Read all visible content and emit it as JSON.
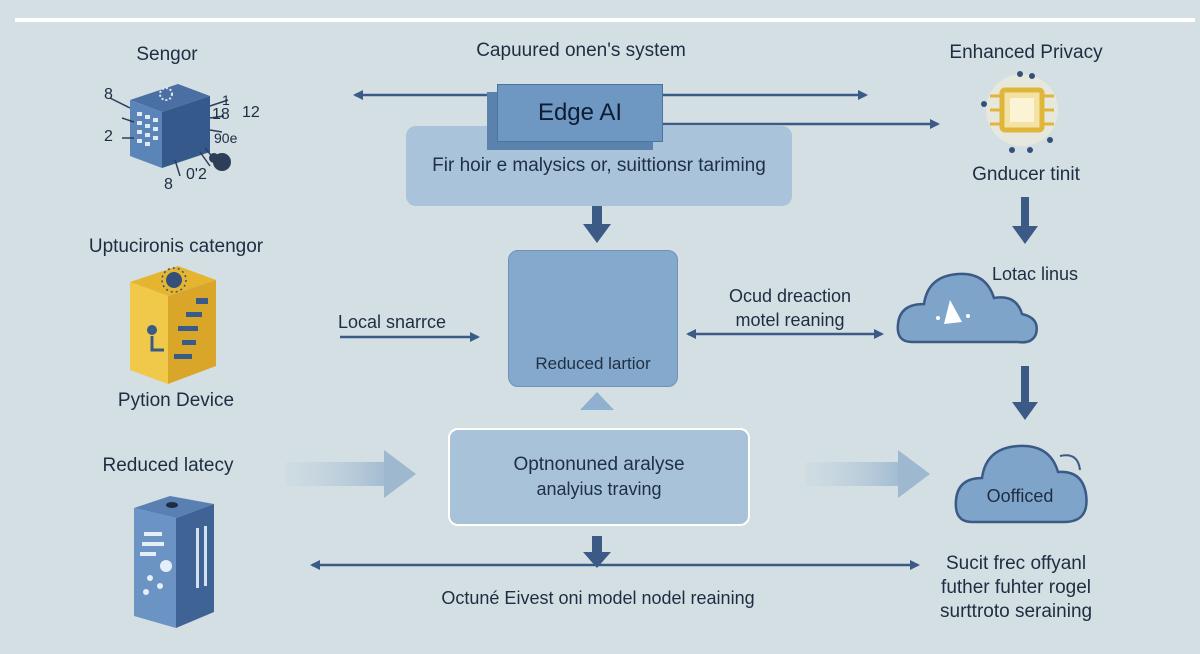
{
  "labels": {
    "sensor": "Sengor",
    "sensor_numbers": {
      "n1": "1",
      "n18": "18",
      "n12": "12",
      "n8a": "8",
      "n2": "2",
      "n90e": "90e",
      "n8b": "8",
      "n02": "0'2"
    },
    "top_title": "Capuured onen's system",
    "enhanced_privacy": "Enhanced Privacy",
    "edge_ai": "Edge AI",
    "desc": "Fir hoir e malysics or, suittionsr tariming",
    "gnducer_tinit": "Gnducer tinit",
    "uptucironis": "Uptucironis catengor",
    "python_device": "Pytion Device",
    "local_snarrce": "Local snarrce",
    "reduced_lartior": "Reduced lartior",
    "ocud_line1": "Ocud dreaction",
    "ocud_line2": "motel reaning",
    "lotac_linus": "Lotac linus",
    "reduced_latency": "Reduced latecy",
    "opt_line1": "Optnonuned aralyse",
    "opt_line2": "analyius traving",
    "oofficed": "Oofficed",
    "bottom_center": "Octuné Eivest oni model nodel reaining",
    "bottom_right": "Sucit frec offyanl\nfuther fuhter rogel\nsurttroto seraining"
  },
  "colors": {
    "background": "#d3dfe3",
    "arrow": "#3c5a86",
    "box_blue": "#84a9cc",
    "box_light": "#a9c4da",
    "accent_yellow": "#f0c84a",
    "cloud": "#7ea4ca"
  },
  "icons": [
    "sensor-cube-icon",
    "privacy-chip-icon",
    "python-device-icon",
    "server-stack-icon",
    "cloud-icon",
    "edge-device-icon",
    "cloud-office-icon"
  ]
}
